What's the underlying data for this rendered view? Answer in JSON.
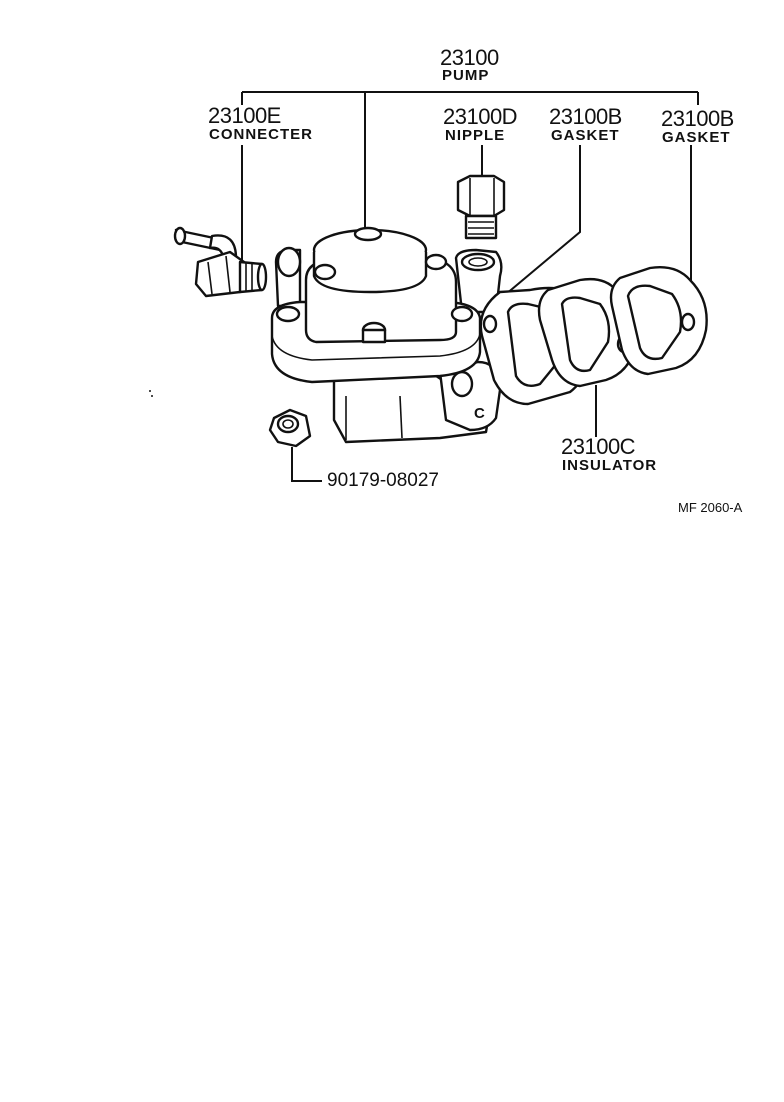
{
  "parts": {
    "pump": {
      "number": "23100",
      "name": "PUMP"
    },
    "connecter": {
      "number": "23100E",
      "name": "CONNECTER"
    },
    "nipple": {
      "number": "23100D",
      "name": "NIPPLE"
    },
    "gasket_inner": {
      "number": "23100B",
      "name": "GASKET"
    },
    "gasket_outer": {
      "number": "23100B",
      "name": "GASKET"
    },
    "insulator": {
      "number": "23100C",
      "name": "INSULATOR"
    },
    "nut": {
      "number": "90179-08027"
    }
  },
  "diagram_code": "MF 2060-A"
}
